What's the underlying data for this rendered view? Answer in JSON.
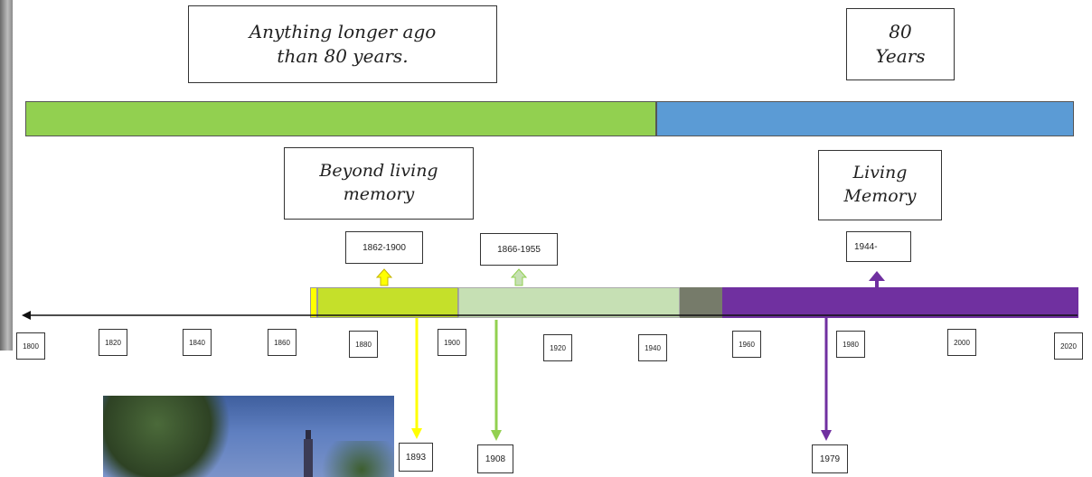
{
  "top_boxes": {
    "older": {
      "line1": "Anything longer ago",
      "line2": "than 80 years."
    },
    "recent": {
      "line1": "80",
      "line2": "Years"
    }
  },
  "memory_boxes": {
    "beyond": {
      "line1": "Beyond living",
      "line2": "memory"
    },
    "living": {
      "line1": "Living",
      "line2": "Memory"
    }
  },
  "period_labels": {
    "first": "1862-1900",
    "second": "1866-1955",
    "third": "1944-"
  },
  "event_labels": {
    "first": "1893",
    "second": "1908",
    "third": "1979"
  },
  "ticks": [
    "1800",
    "1820",
    "1840",
    "1860",
    "1880",
    "1900",
    "1920",
    "1940",
    "1960",
    "1980",
    "2000",
    "2020"
  ],
  "colors": {
    "green_bar": "#92d050",
    "blue_bar": "#5b9bd5",
    "lime": "#c5e02a",
    "pale_green": "#c6e0b4",
    "grey_olive": "#767b6a",
    "purple": "#7030a0",
    "yellow": "#ffff00",
    "arrow_yellow": "#ffff00",
    "arrow_green": "#92d050",
    "arrow_purple": "#7030a0"
  }
}
